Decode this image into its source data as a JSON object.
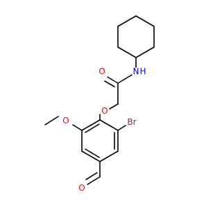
{
  "molecule": {
    "atoms": {
      "nitrogen": {
        "text": "N",
        "suffix": "H",
        "color": "#0000ff"
      },
      "carbonyl_oxygen": {
        "text": "O",
        "color": "#ff0000"
      },
      "ether_oxygen": {
        "text": "O",
        "color": "#ff0000"
      },
      "methoxy_oxygen": {
        "text": "O",
        "color": "#ff0000"
      },
      "bromine": {
        "text": "Br",
        "color": "#a52a2a"
      },
      "aldehyde_oxygen": {
        "text": "O",
        "color": "#ff0000"
      }
    },
    "bond_color": "#000000"
  }
}
